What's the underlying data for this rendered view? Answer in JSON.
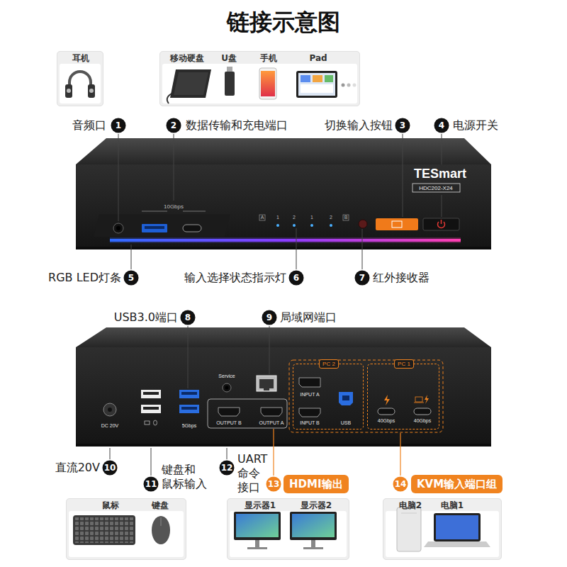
{
  "diagram": {
    "title": "链接示意图",
    "nodes": [
      {
        "text": [
          "耳机"
        ]
      },
      {
        "text": [
          "移动硬盘",
          "U盘",
          "手机",
          "Pad"
        ]
      },
      {
        "text": [
          "PC 2"
        ]
      },
      {
        "text": [
          "PC 1"
        ]
      },
      {
        "text": [
          "HDMI输出"
        ]
      },
      {
        "text": [
          "KVM输入端口组"
        ]
      },
      {
        "text": [
          "鼠标",
          "键盘"
        ]
      },
      {
        "text": [
          "显示器1",
          "显示器2"
        ]
      },
      {
        "text": [
          "电脑2",
          "电脑1"
        ]
      }
    ],
    "labels": [
      "音频口",
      "1",
      "2",
      "数据传输和充电端口",
      "切换输入按钮",
      "3",
      "4",
      "电源开关",
      "TESmart",
      "HDC202-X24",
      "10Gbps",
      "A",
      "1",
      "2",
      "1",
      "2",
      "B",
      "RGB LED灯条",
      "5",
      "输入选择状态指示灯",
      "6",
      "7",
      "红外接收器",
      "USB3.0端口",
      "8",
      "9",
      "局域网端口",
      "Service",
      "INPUT A",
      "INPUT B",
      "USB",
      "40Gbps",
      "40Gbps",
      "DC 20V",
      "5Gbps",
      "OUTPUT B",
      "OUTPUT A",
      "直流20V",
      "10",
      "键盘和 鼠标输入",
      "11",
      "UART 命令 接口",
      "12",
      "13",
      "14"
    ]
  }
}
